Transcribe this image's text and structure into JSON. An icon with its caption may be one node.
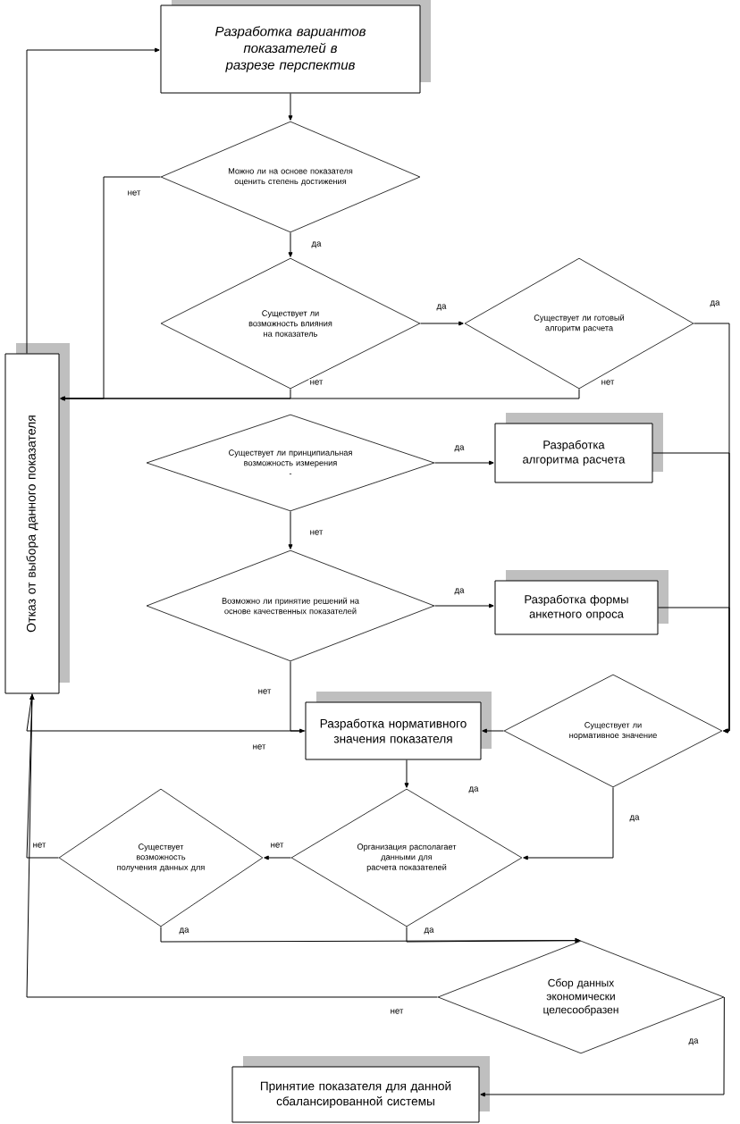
{
  "diagram": {
    "nodes": [
      {
        "text": [
          "Разработка вариантов показателей в разрезе перспектив"
        ]
      },
      {
        "text": [
          "Можно ли на основе показателя оценить степень достижения"
        ]
      },
      {
        "text": [
          "Существует ли возможность влияния на показатель"
        ]
      },
      {
        "text": [
          "Существует ли готовый алгоритм расчета"
        ]
      },
      {
        "text": [
          "Существует ли принципиальная возможность измерения",
          "-"
        ]
      },
      {
        "text": [
          "Разработка алгоритма расчета"
        ]
      },
      {
        "text": [
          "Возможно ли принятие решений на основе качественных показателей"
        ]
      },
      {
        "text": [
          "Разработка формы анкетного опроса"
        ]
      },
      {
        "text": [
          "Отказ от выбора данного показателя"
        ]
      },
      {
        "text": [
          "Разработка нормативного значения показателя"
        ]
      },
      {
        "text": [
          "Существует ли нормативное значение"
        ]
      },
      {
        "text": [
          "Существует возможность получения данных для"
        ]
      },
      {
        "text": [
          "Организация располагает данными для расчета показателей"
        ]
      },
      {
        "text": [
          "Сбор данных экономически целесообразен"
        ]
      },
      {
        "text": [
          "Принятие показателя для данной сбалансированной системы"
        ]
      }
    ],
    "edges": [
      {
        "from": 0,
        "to": 1,
        "arrow": "to"
      },
      {
        "from": 1,
        "to": 2,
        "arrow": "to",
        "label": "да"
      },
      {
        "from": 1,
        "to": 8,
        "arrow": "to",
        "label": "нет"
      },
      {
        "from": 2,
        "to": 3,
        "arrow": "to",
        "label": "да"
      },
      {
        "from": 2,
        "to": 8,
        "arrow": "to",
        "label": "нет"
      },
      {
        "from": 3,
        "to": 8,
        "arrow": "to",
        "label": "нет"
      },
      {
        "from": 3,
        "to": 10,
        "arrow": "to",
        "label": "да"
      },
      {
        "from": 4,
        "to": 5,
        "arrow": "to",
        "label": "да"
      },
      {
        "from": 4,
        "to": 6,
        "arrow": "to",
        "label": "нет"
      },
      {
        "from": 5,
        "to": 10,
        "arrow": "to"
      },
      {
        "from": 6,
        "to": 7,
        "arrow": "to",
        "label": "да"
      },
      {
        "from": 6,
        "to": 9,
        "arrow": "to",
        "label": "нет"
      },
      {
        "from": 7,
        "to": 10,
        "arrow": "to"
      },
      {
        "from": 8,
        "to": 0,
        "arrow": "to"
      },
      {
        "from": 10,
        "to": 9,
        "arrow": "to"
      },
      {
        "from": 10,
        "to": 12,
        "arrow": "to",
        "label": "да"
      },
      {
        "from": 9,
        "to": 12,
        "arrow": "to"
      },
      {
        "from": 12,
        "to": 11,
        "arrow": "to",
        "label": "нет"
      },
      {
        "from": 11,
        "to": 8,
        "arrow": "to",
        "label": "нет"
      },
      {
        "from": 12,
        "to": 13,
        "arrow": "to",
        "label": "да"
      },
      {
        "from": 11,
        "to": 13,
        "arrow": "to",
        "label": "да"
      },
      {
        "from": 13,
        "to": 8,
        "arrow": "to",
        "label": "нет"
      },
      {
        "from": 13,
        "to": 14,
        "arrow": "to",
        "label": "да"
      },
      {
        "from": 9,
        "to": 8,
        "arrow": "none",
        "label": "нет"
      }
    ],
    "labels": [
      "да"
    ]
  }
}
